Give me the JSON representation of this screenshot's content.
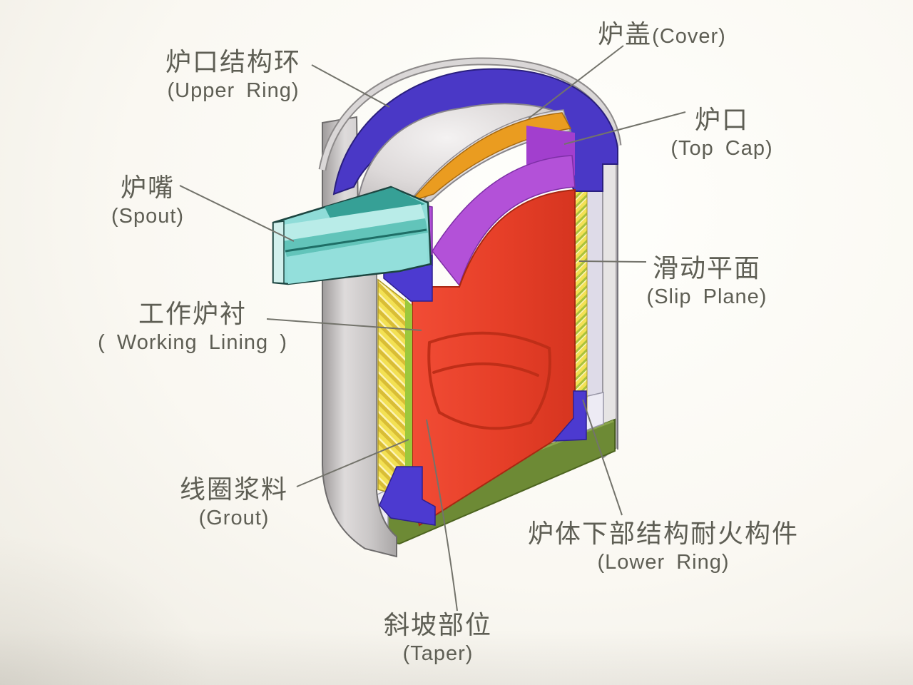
{
  "diagram_subject": "induction-furnace-cutaway",
  "labels": {
    "upper_ring": {
      "cn": "炉口结构环",
      "en": "(Upper Ring)"
    },
    "cover": {
      "cn": "炉盖",
      "en": "(Cover)"
    },
    "top_cap": {
      "cn": "炉口",
      "en": "(Top Cap)"
    },
    "spout": {
      "cn": "炉嘴",
      "en": "(Spout)"
    },
    "slip_plane": {
      "cn": "滑动平面",
      "en": "(Slip Plane)"
    },
    "working_lining": {
      "cn": "工作炉衬",
      "en": "( Working Lining )"
    },
    "grout": {
      "cn": "线圈浆料",
      "en": "(Grout)"
    },
    "lower_ring": {
      "cn": "炉体下部结构耐火构件",
      "en": "(Lower Ring)"
    },
    "taper": {
      "cn": "斜坡部位",
      "en": "(Taper)"
    }
  },
  "colors": {
    "upper_ring_blue": "#4a38c6",
    "lower_ring_blue": "#4c3ad0",
    "top_cap_purple": "#b351d8",
    "top_cap_purple_dark": "#a23fce",
    "cover_edge_orange": "#ea9c20",
    "lining_red_dark": "#bf2e18",
    "spout_cyan_dark": "#36a096",
    "spout_cyan_light": "#b9ece8",
    "spout_cyan_mid": "#62c4ba",
    "spout_cyan_front": "#93dfdb",
    "grout_green": "#9cc83c",
    "base_green": "#6d8a35",
    "inner_wall_lavender": "#dedbe8",
    "floor_white": "#edebf4",
    "text": "#5e5e54",
    "leader": "#73736b"
  }
}
